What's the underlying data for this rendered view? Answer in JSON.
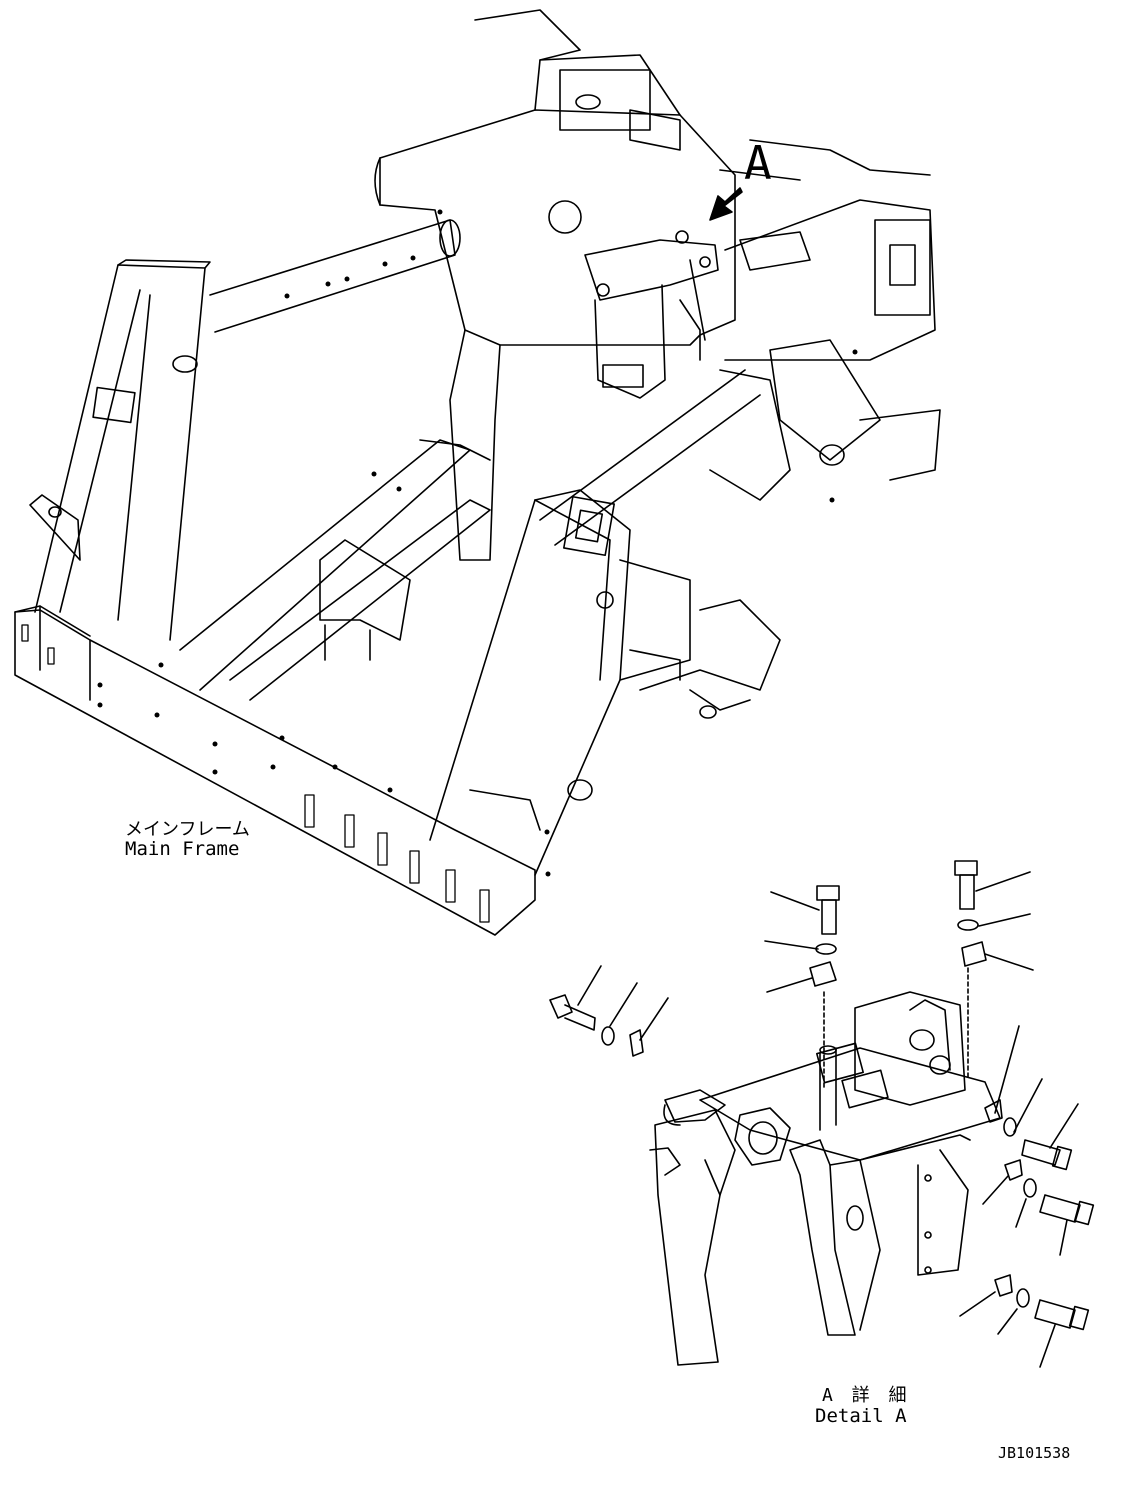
{
  "view_label": "A",
  "main_frame": {
    "label_jp": "メインフレーム",
    "label_en": "Main Frame"
  },
  "detail": {
    "label_jp": "A 詳 細",
    "label_en": "Detail A"
  },
  "drawing_id": "JB101538",
  "colors": {
    "line": "#000000",
    "background": "#ffffff"
  }
}
